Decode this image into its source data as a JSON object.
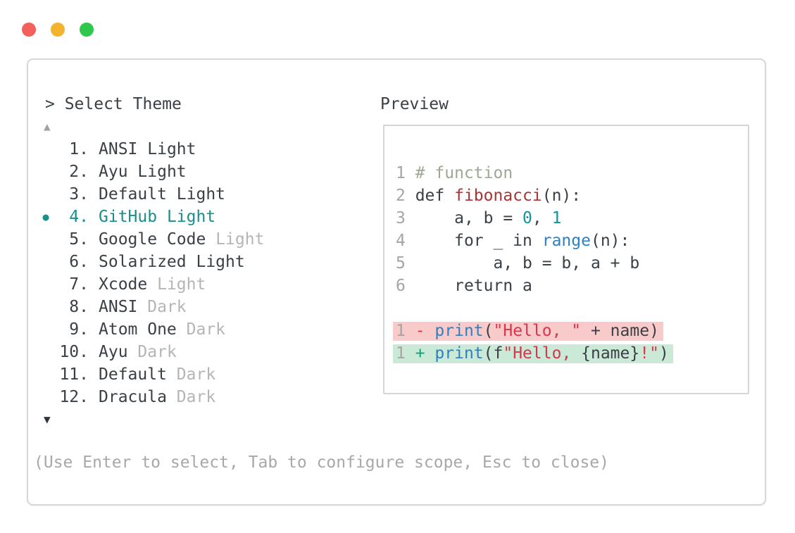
{
  "window_controls": [
    {
      "name": "close",
      "color": "#f4605a"
    },
    {
      "name": "minimize",
      "color": "#f2b42e"
    },
    {
      "name": "zoom",
      "color": "#2fc84c"
    }
  ],
  "picker": {
    "title": "> Select Theme",
    "scroll_up_glyph": "▲",
    "scroll_down_glyph": "▼",
    "selected_marker": "●",
    "items": [
      {
        "number": "1.",
        "name": "ANSI",
        "variant": "Light",
        "muted": false,
        "selected": false
      },
      {
        "number": "2.",
        "name": "Ayu",
        "variant": "Light",
        "muted": false,
        "selected": false
      },
      {
        "number": "3.",
        "name": "Default",
        "variant": "Light",
        "muted": false,
        "selected": false
      },
      {
        "number": "4.",
        "name": "GitHub",
        "variant": "Light",
        "muted": false,
        "selected": true
      },
      {
        "number": "5.",
        "name": "Google Code",
        "variant": "Light",
        "muted": true,
        "selected": false
      },
      {
        "number": "6.",
        "name": "Solarized",
        "variant": "Light",
        "muted": false,
        "selected": false
      },
      {
        "number": "7.",
        "name": "Xcode",
        "variant": "Light",
        "muted": true,
        "selected": false
      },
      {
        "number": "8.",
        "name": "ANSI",
        "variant": "Dark",
        "muted": true,
        "selected": false
      },
      {
        "number": "9.",
        "name": "Atom One",
        "variant": "Dark",
        "muted": true,
        "selected": false
      },
      {
        "number": "10.",
        "name": "Ayu",
        "variant": "Dark",
        "muted": true,
        "selected": false
      },
      {
        "number": "11.",
        "name": "Default",
        "variant": "Dark",
        "muted": true,
        "selected": false
      },
      {
        "number": "12.",
        "name": "Dracula",
        "variant": "Dark",
        "muted": true,
        "selected": false
      }
    ],
    "footer": "(Use Enter to select, Tab to configure scope, Esc to close)"
  },
  "preview": {
    "label": "Preview",
    "code_lines": [
      {
        "tokens": [
          [
            "gray",
            "1 "
          ],
          [
            "comment",
            "# function"
          ]
        ]
      },
      {
        "tokens": [
          [
            "gray",
            "2 "
          ],
          [
            "dark",
            "def "
          ],
          [
            "funcdef",
            "fibonacci"
          ],
          [
            "dark",
            "(n):"
          ]
        ]
      },
      {
        "tokens": [
          [
            "gray",
            "3 "
          ],
          [
            "dark",
            "    a, b = "
          ],
          [
            "teal",
            "0"
          ],
          [
            "dark",
            ", "
          ],
          [
            "teal",
            "1"
          ]
        ]
      },
      {
        "tokens": [
          [
            "gray",
            "4 "
          ],
          [
            "dark",
            "    for _ in "
          ],
          [
            "blue",
            "range"
          ],
          [
            "dark",
            "(n):"
          ]
        ]
      },
      {
        "tokens": [
          [
            "gray",
            "5 "
          ],
          [
            "dark",
            "        a, b = b, a + b"
          ]
        ]
      },
      {
        "tokens": [
          [
            "gray",
            "6 "
          ],
          [
            "dark",
            "    return a"
          ]
        ]
      }
    ],
    "diff_lines": [
      {
        "kind": "removed",
        "tokens": [
          [
            "gray",
            "1 "
          ],
          [
            "minus",
            "- "
          ],
          [
            "blue",
            "print"
          ],
          [
            "dark",
            "("
          ],
          [
            "string",
            "\"Hello, \""
          ],
          [
            "dark",
            " + name)"
          ]
        ]
      },
      {
        "kind": "added",
        "tokens": [
          [
            "gray",
            "1 "
          ],
          [
            "plus",
            "+ "
          ],
          [
            "blue",
            "print"
          ],
          [
            "dark",
            "(f"
          ],
          [
            "string",
            "\"Hello, "
          ],
          [
            "dark",
            "{name}"
          ],
          [
            "string",
            "!\""
          ],
          [
            "dark",
            ")"
          ]
        ]
      }
    ]
  },
  "colors": {
    "text_dark": "#3a4046",
    "text_gray": "#a8a8a8",
    "variant_muted_gray": "#b5b5b5",
    "accent_teal": "#17908a",
    "syntax_blue": "#2e80c2",
    "syntax_string_red": "#d6374e",
    "syntax_funcdef_red": "#a93434",
    "syntax_number_teal": "#11929e",
    "syntax_comment": "#a0a793",
    "diff_removed_bg": "#f8caca",
    "diff_added_bg": "#cbe9d7",
    "panel_border": "#d7d7d7"
  }
}
